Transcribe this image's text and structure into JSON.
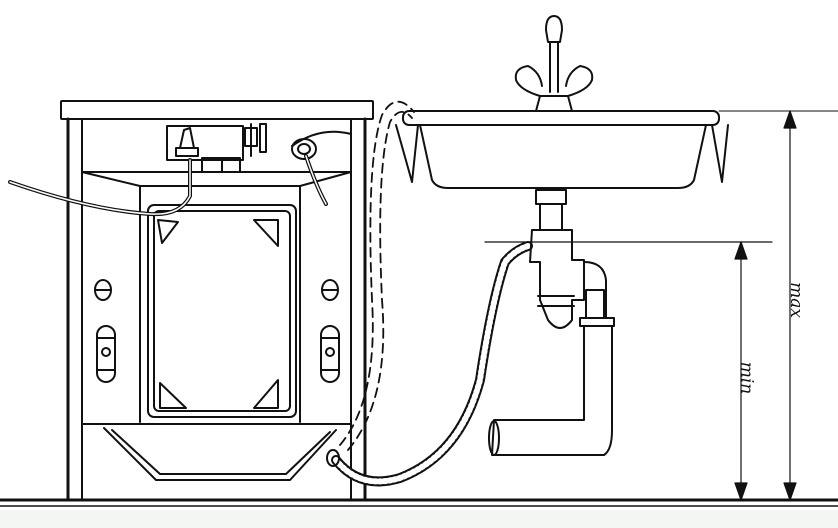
{
  "diagram": {
    "title": "Washing machine drain hose connection to sink siphon",
    "components": [
      {
        "id": "washing-machine",
        "label": "Washing machine (rear view)"
      },
      {
        "id": "drain-hose",
        "label": "Drain hose (corrugated)"
      },
      {
        "id": "alt-hose-route",
        "label": "Alternative hose route over sink edge (dashed)"
      },
      {
        "id": "sink",
        "label": "Sink / washbasin"
      },
      {
        "id": "faucet",
        "label": "Mixer tap with two handles"
      },
      {
        "id": "siphon",
        "label": "Siphon with side inlet"
      },
      {
        "id": "floor",
        "label": "Floor line"
      }
    ],
    "dimensions": {
      "max_label": "max",
      "min_label": "min"
    },
    "colors": {
      "line": "#111111",
      "background": "#ffffff",
      "floor_band": "#f4f6f4"
    }
  }
}
